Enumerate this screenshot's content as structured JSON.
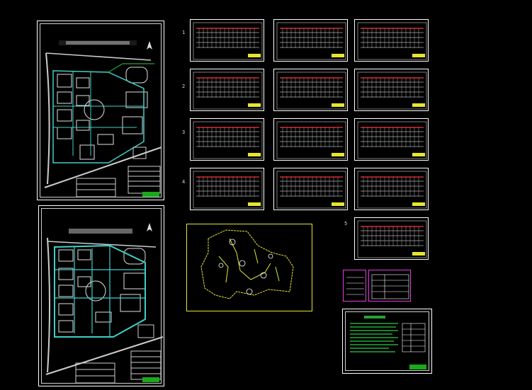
{
  "row_labels": [
    "1",
    "2",
    "3",
    "4",
    "5"
  ],
  "colors": {
    "background": "#000000",
    "frame": "#ffffff",
    "pipe_cyan": "#3fd0c8",
    "pipe_green": "#2ecc40",
    "highlight_yellow": "#e6e62e",
    "table_red": "#ff3030",
    "frame_magenta": "#e040e0"
  }
}
